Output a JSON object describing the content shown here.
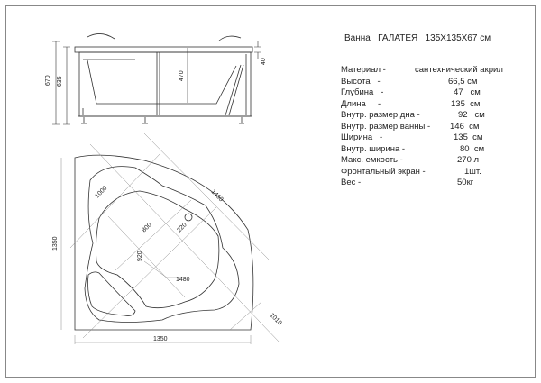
{
  "title": "Ванна   ГАЛАТЕЯ   135Х135Х67 см",
  "specs": [
    {
      "label": "Материал -",
      "value": "сантехнический акрил"
    },
    {
      "label": "Высота   -",
      "value": "66,5 см"
    },
    {
      "label": "Глубина   -",
      "value": "47   см"
    },
    {
      "label": "Длина     -",
      "value": "135  см"
    },
    {
      "label": "Внутр. размер дна -",
      "value": "92   см"
    },
    {
      "label": "Внутр. размер ванны -",
      "value": "146  см"
    },
    {
      "label": "Ширина   -",
      "value": "135  см"
    },
    {
      "label": "Внутр. ширина -",
      "value": "80  см"
    },
    {
      "label": "Макс. емкость -",
      "value": "270 л"
    },
    {
      "label": "Фронтальный экран -",
      "value": "1шт."
    },
    {
      "label": "Вес -",
      "value": "50кг"
    }
  ],
  "side_view": {
    "dims": {
      "total_height": "670",
      "body_height": "635",
      "depth": "470",
      "rim": "40"
    }
  },
  "plan_view": {
    "dims": {
      "diagonal_outer": "1460",
      "inner_1000": "1000",
      "inner_800": "800",
      "inner_920": "920",
      "drain": "220",
      "length": "1480",
      "front": "1010",
      "width_bottom": "1350",
      "height_left": "1350"
    }
  }
}
